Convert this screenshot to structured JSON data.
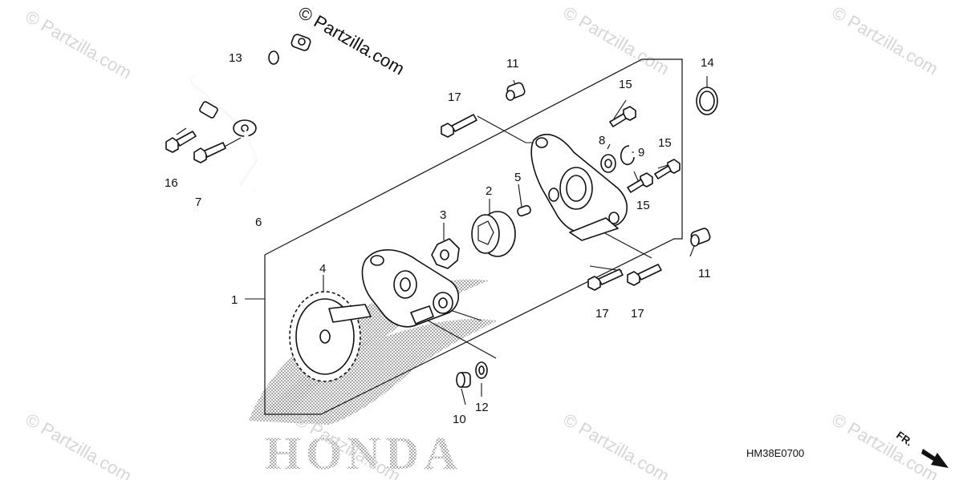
{
  "watermark": {
    "main_text": "© Partzilla.com",
    "repeat_text": "© Partzilla.com"
  },
  "logo_text": "HONDA",
  "diagram_code": "HM38E0700",
  "front_marker": "FR.",
  "callouts": {
    "c1": "1",
    "c2": "2",
    "c3": "3",
    "c4": "4",
    "c5": "5",
    "c6": "6",
    "c7": "7",
    "c8": "8",
    "c9": "9",
    "c10": "10",
    "c11a": "11",
    "c11b": "11",
    "c12": "12",
    "c13": "13",
    "c14": "14",
    "c15a": "15",
    "c15b": "15",
    "c15c": "15",
    "c16": "16",
    "c17a": "17",
    "c17b": "17",
    "c17c": "17"
  },
  "colors": {
    "line": "#111111",
    "watermark": "#d6d6d6",
    "halftone": "#9a9a9a"
  }
}
